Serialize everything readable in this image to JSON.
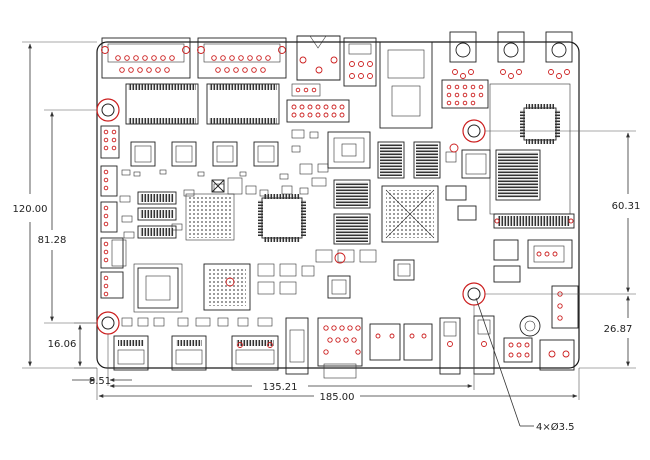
{
  "dimensions": {
    "height_total": "120.00",
    "hole_span_left": "81.28",
    "hole_to_bottom_left": "16.06",
    "hole_to_left": "8.51",
    "hole_span_bottom": "135.21",
    "width_total": "185.00",
    "hole_span_right": "60.31",
    "hole_to_bottom_right": "26.87",
    "hole_callout": "4×Ø3.5"
  },
  "colors": {
    "outline": "#1a1a1a",
    "pads": "#cc1f1f",
    "dimension": "#333333"
  }
}
